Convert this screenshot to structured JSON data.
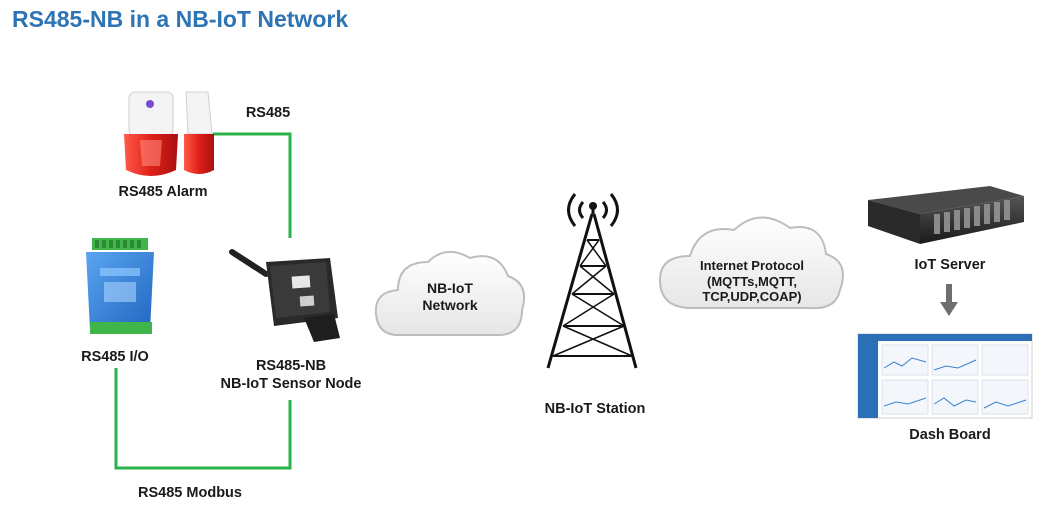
{
  "title": "RS485-NB in a NB-IoT Network",
  "labels": {
    "rs485_link": "RS485",
    "alarm": "RS485 Alarm",
    "io": "RS485 I/O",
    "node_line1": "RS485-NB",
    "node_line2": "NB-IoT Sensor Node",
    "modbus": "RS485 Modbus",
    "network_line1": "NB-IoT",
    "network_line2": "Network",
    "station": "NB-IoT Station",
    "protocol_line1": "Internet Protocol",
    "protocol_line2": "(MQTTs,MQTT,",
    "protocol_line3": "TCP,UDP,COAP)",
    "server": "IoT Server",
    "dashboard": "Dash Board"
  },
  "colors": {
    "title": "#2e74b5",
    "link": "#2ab34a",
    "alarm_red": "#e0201a",
    "module_blue": "#2f7fd8",
    "terminal_green": "#3fb54a",
    "node_black": "#2a2a2a",
    "server_dark": "#303030",
    "arrow_gray": "#6e6e6e",
    "dashboard_blue": "#2b6fb6"
  },
  "icons": {
    "alarm": "siren-alarm-icon",
    "io": "din-rail-io-module-icon",
    "node": "sensor-node-with-antenna-icon",
    "cloud": "cloud-icon",
    "tower": "cell-tower-icon",
    "server": "rack-server-icon",
    "dashboard": "dashboard-screen-icon",
    "arrow": "arrow-down-icon"
  }
}
